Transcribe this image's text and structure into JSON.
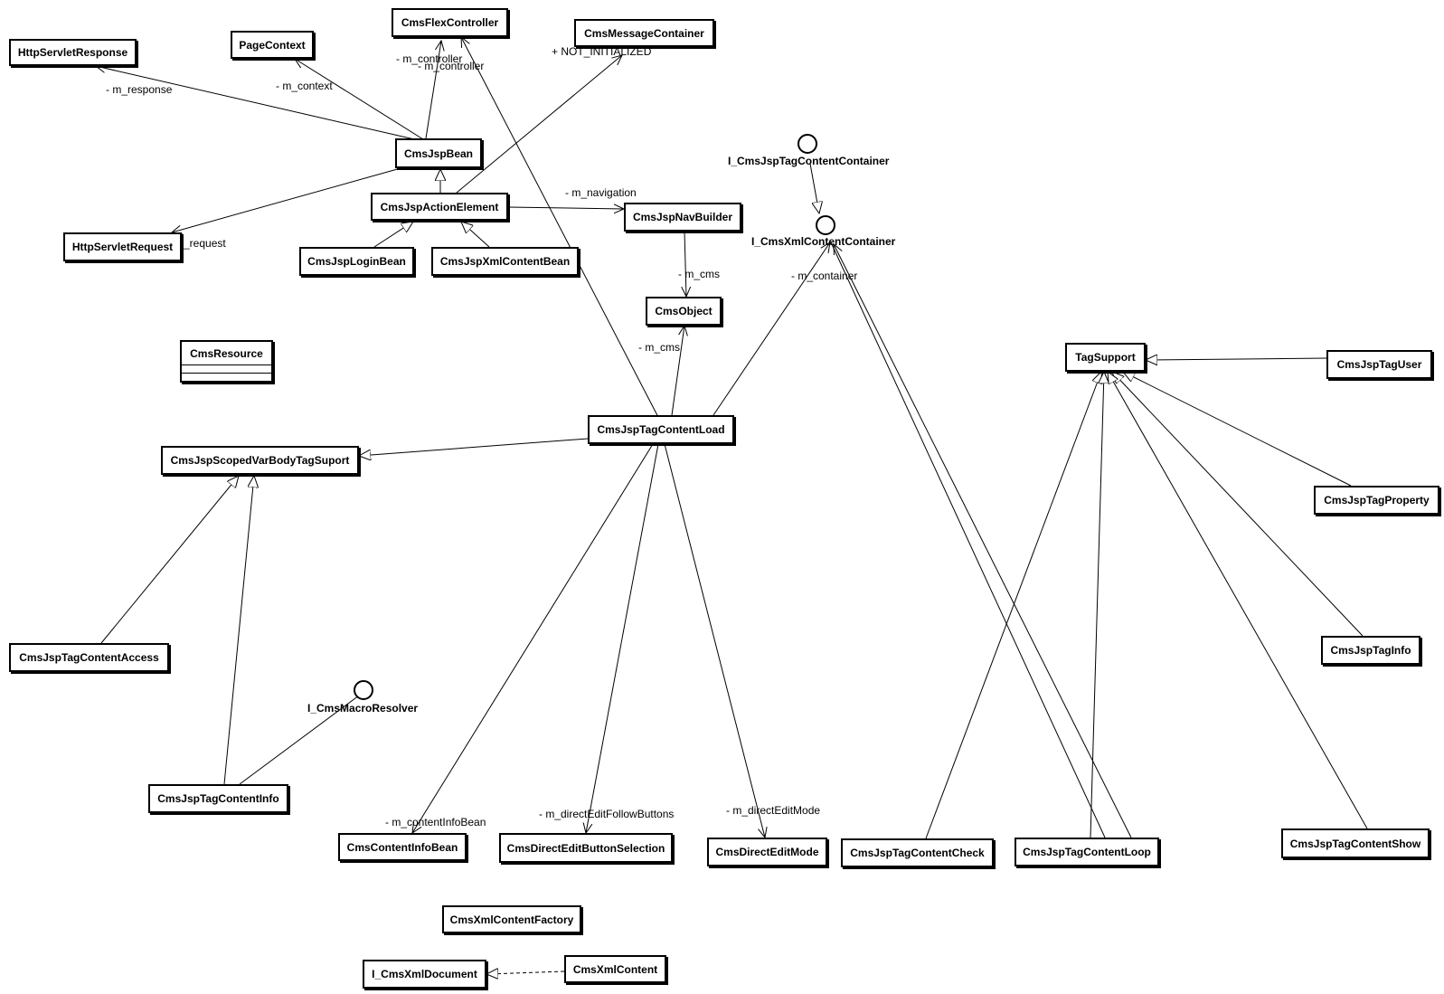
{
  "classes": {
    "cms_flex_controller": "CmsFlexController",
    "cms_message_container": "CmsMessageContainer",
    "http_servlet_response": "HttpServletResponse",
    "page_context": "PageContext",
    "cms_jsp_bean": "CmsJspBean",
    "cms_jsp_action_element": "CmsJspActionElement",
    "http_servlet_request": "HttpServletRequest",
    "cms_jsp_login_bean": "CmsJspLoginBean",
    "cms_jsp_xml_content_bean": "CmsJspXmlContentBean",
    "cms_jsp_nav_builder": "CmsJspNavBuilder",
    "cms_object": "CmsObject",
    "cms_resource": "CmsResource",
    "cms_jsp_tag_content_load": "CmsJspTagContentLoad",
    "cms_jsp_scoped_var_body_tag_suport": "CmsJspScopedVarBodyTagSuport",
    "tag_support": "TagSupport",
    "cms_jsp_tag_user": "CmsJspTagUser",
    "cms_jsp_tag_property": "CmsJspTagProperty",
    "cms_jsp_tag_info": "CmsJspTagInfo",
    "cms_jsp_tag_content_access": "CmsJspTagContentAccess",
    "cms_jsp_tag_content_info": "CmsJspTagContentInfo",
    "cms_content_info_bean": "CmsContentInfoBean",
    "cms_direct_edit_button_selection": "CmsDirectEditButtonSelection",
    "cms_direct_edit_mode": "CmsDirectEditMode",
    "cms_jsp_tag_content_check": "CmsJspTagContentCheck",
    "cms_jsp_tag_content_loop": "CmsJspTagContentLoop",
    "cms_jsp_tag_content_show": "CmsJspTagContentShow",
    "cms_xml_content_factory": "CmsXmlContentFactory",
    "i_cms_xml_document": "I_CmsXmlDocument",
    "cms_xml_content": "CmsXmlContent"
  },
  "interfaces": {
    "i_cms_jsp_tag_content_container": "I_CmsJspTagContentContainer",
    "i_cms_xml_content_container": "I_CmsXmlContentContainer",
    "i_cms_macro_resolver": "I_CmsMacroResolver"
  },
  "edge_labels": {
    "m_controller_1": "- m_controller",
    "m_controller_2": "- m_controller",
    "not_initialized": "+ NOT_INITIALIZED",
    "m_response": "- m_response",
    "m_context": "- m_context",
    "m_request": "_request",
    "m_navigation": "- m_navigation",
    "m_cms_nav": "- m_cms",
    "m_cms_load": "- m_cms",
    "m_container": "- m_container",
    "m_content_info_bean": "- m_contentInfoBean",
    "m_direct_edit_follow_buttons": "- m_directEditFollowButtons",
    "m_direct_edit_mode": "- m_directEditMode"
  }
}
